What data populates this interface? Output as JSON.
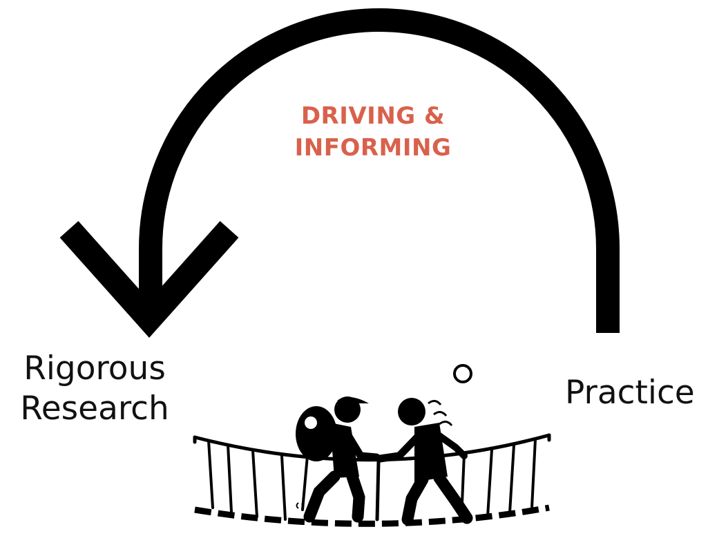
{
  "diagram": {
    "arrow": {
      "label_line1": "DRIVING &",
      "label_line2": "INFORMING",
      "label_color": "#d9614c",
      "stroke_color": "#000000",
      "direction": "from Practice to Rigorous Research"
    },
    "nodes": {
      "left": {
        "line1": "Rigorous",
        "line2": "Research"
      },
      "right": {
        "label": "Practice"
      }
    },
    "illustration": {
      "icon": "two-people-crossing-rope-bridge-icon"
    }
  }
}
